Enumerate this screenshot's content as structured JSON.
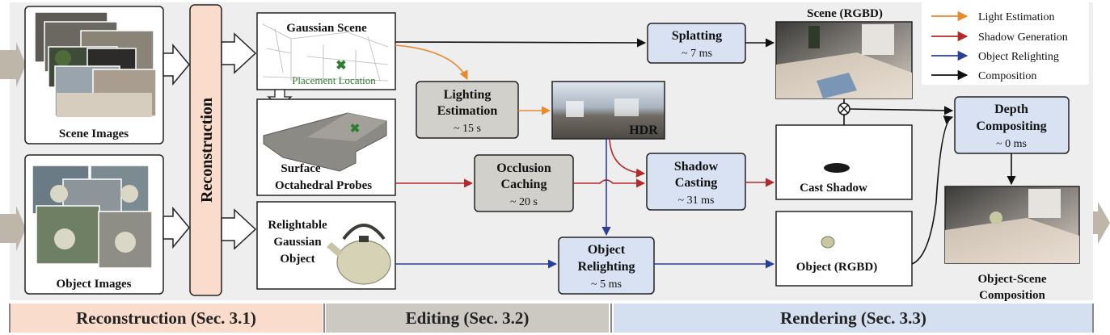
{
  "sections": [
    {
      "label": "Reconstruction (Sec. 3.1)",
      "color": "#f9dccb"
    },
    {
      "label": "Editing (Sec. 3.2)",
      "color": "#cbc9c2"
    },
    {
      "label": "Rendering (Sec. 3.3)",
      "color": "#d4dff0"
    }
  ],
  "inputs": {
    "scene_images": "Scene Images",
    "object_images": "Object Images"
  },
  "reconstruction": "Reconstruction",
  "gaussian_scene": {
    "title": "Gaussian Scene",
    "placement": "Placement Location"
  },
  "probes": {
    "line1": "Surface",
    "line2": "Octahedral Probes"
  },
  "relightable": {
    "line1": "Relightable",
    "line2": "Gaussian",
    "line3": "Object"
  },
  "steps": {
    "lighting": {
      "line1": "Lighting",
      "line2": "Estimation",
      "time": "~ 15 s"
    },
    "occlusion": {
      "line1": "Occlusion",
      "line2": "Caching",
      "time": "~ 20 s"
    },
    "splatting": {
      "line1": "Splatting",
      "time": "~ 7 ms"
    },
    "shadow": {
      "line1": "Shadow",
      "line2": "Casting",
      "time": "~ 31 ms"
    },
    "relighting": {
      "line1": "Object",
      "line2": "Relighting",
      "time": "~ 5 ms"
    },
    "depth": {
      "line1": "Depth",
      "line2": "Compositing",
      "time": "~ 0 ms"
    }
  },
  "outputs": {
    "hdr": "HDR",
    "scene_rgbd": "Scene (RGBD)",
    "cast_shadow": "Cast Shadow",
    "object_rgbd": "Object (RGBD)",
    "composition_line1": "Object-Scene",
    "composition_line2": "Composition"
  },
  "legend": [
    {
      "label": "Light Estimation",
      "color": "#e8892e"
    },
    {
      "label": "Shadow Generation",
      "color": "#b22a2a"
    },
    {
      "label": "Object Relighting",
      "color": "#2a3f9a"
    },
    {
      "label": "Composition",
      "color": "#111111"
    }
  ],
  "colors": {
    "editing_box": "#d2d0cb",
    "rendering_box": "#d8e2f2",
    "reconstruction_box": "#f9dccb",
    "panel": "#eeeeee"
  }
}
